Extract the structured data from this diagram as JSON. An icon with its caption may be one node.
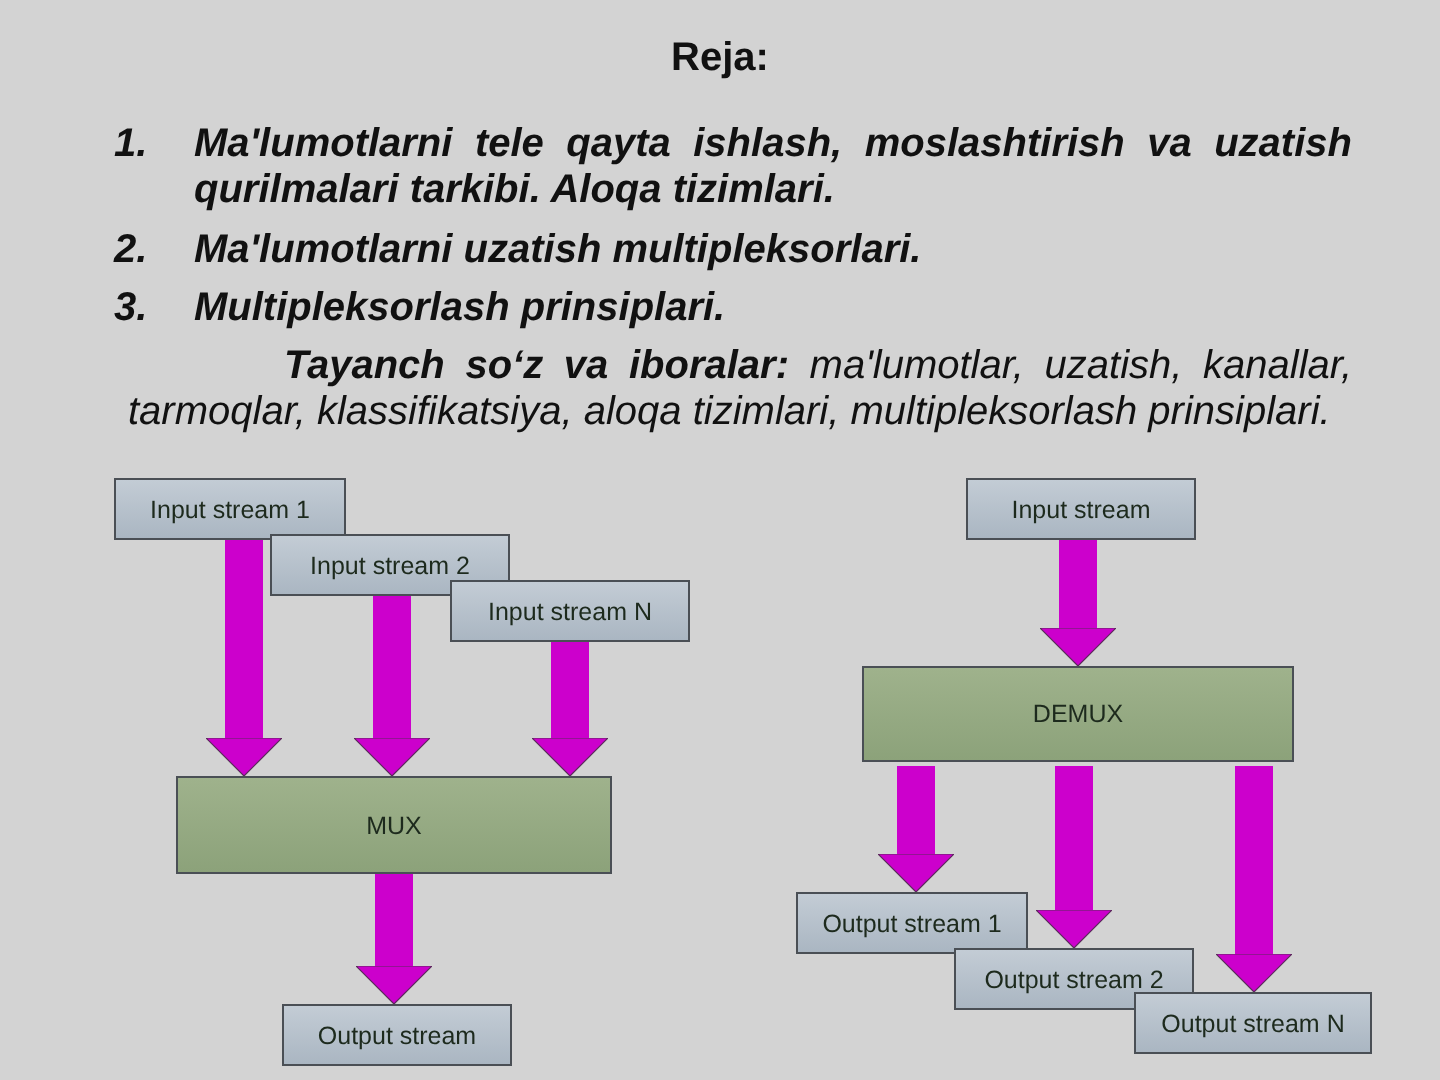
{
  "diagram": {
    "title": "Reja:",
    "nodes": [
      {
        "text": [
          "Input stream 1"
        ]
      },
      {
        "text": [
          "Input stream 2"
        ]
      },
      {
        "text": [
          "Input stream N"
        ]
      },
      {
        "text": [
          "MUX"
        ]
      },
      {
        "text": [
          "Output stream"
        ]
      },
      {
        "text": [
          "Input stream"
        ]
      },
      {
        "text": [
          "DEMUX"
        ]
      },
      {
        "text": [
          "Output stream 1"
        ]
      },
      {
        "text": [
          "Output stream 2"
        ]
      },
      {
        "text": [
          "Output stream N"
        ]
      }
    ],
    "edges": [
      {
        "from": 0,
        "to": 3,
        "arrow": "to"
      },
      {
        "from": 1,
        "to": 3,
        "arrow": "to"
      },
      {
        "from": 2,
        "to": 3,
        "arrow": "to"
      },
      {
        "from": 3,
        "to": 4,
        "arrow": "to"
      },
      {
        "from": 5,
        "to": 6,
        "arrow": "to"
      },
      {
        "from": 6,
        "to": 7,
        "arrow": "to"
      },
      {
        "from": 6,
        "to": 8,
        "arrow": "to"
      },
      {
        "from": 6,
        "to": 9,
        "arrow": "to"
      }
    ],
    "labels": [
      "1.",
      "Ma'lumotlarni tele qayta ishlash, moslashtirish va uzatish qurilmalari tarkibi. Aloqa tizimlari.",
      "2.",
      "Ma'lumotlarni uzatish multipleksorlari.",
      "3.",
      "Multipleksorlash prinsiplari.",
      "**Tayanch so‘z va iboralar:** ma'lumotlar, uzatish, kanallar, tarmoqlar, klassifikatsiya, aloqa tizimlari, multipleksorlash prinsiplari."
    ]
  }
}
